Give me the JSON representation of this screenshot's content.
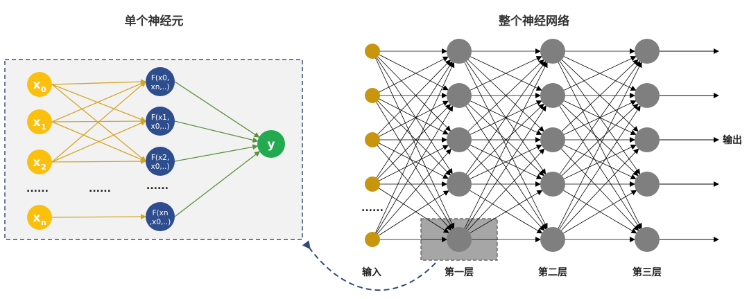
{
  "titles": {
    "single_neuron": "单个神经元",
    "whole_network": "整个神经网络"
  },
  "single_neuron": {
    "inputs": [
      {
        "base": "x",
        "sub": "0"
      },
      {
        "base": "x",
        "sub": "1"
      },
      {
        "base": "x",
        "sub": "2"
      },
      {
        "base": "x",
        "sub": "n"
      }
    ],
    "functions": [
      {
        "line1": "F(x0,",
        "line2": "xn,..)"
      },
      {
        "line1": "F(x1,",
        "line2": "x0,..)"
      },
      {
        "line1": "F(x2,",
        "line2": "x0,..)"
      },
      {
        "line1": "F(xn",
        "line2": ",x0,..)"
      }
    ],
    "output": "y",
    "ellipsis": "......"
  },
  "network": {
    "input_label": "输入",
    "layer_labels": [
      "第一层",
      "第二层",
      "第三层"
    ],
    "output_label": "输出",
    "ellipsis": "......"
  },
  "colors": {
    "input_gold": "#c9950c",
    "input_yellow": "#fbbf0e",
    "function_blue": "#2d4d8e",
    "output_green": "#23a94f",
    "hidden_gray": "#7f7f7f",
    "gold_edge": "#d4a524",
    "green_edge": "#5a8f3a",
    "box_border": "#3d4f73",
    "box_fill": "#f2f2f2",
    "highlight_fill": "#a6a6a6",
    "arrow_blue": "#2f4a7a"
  }
}
